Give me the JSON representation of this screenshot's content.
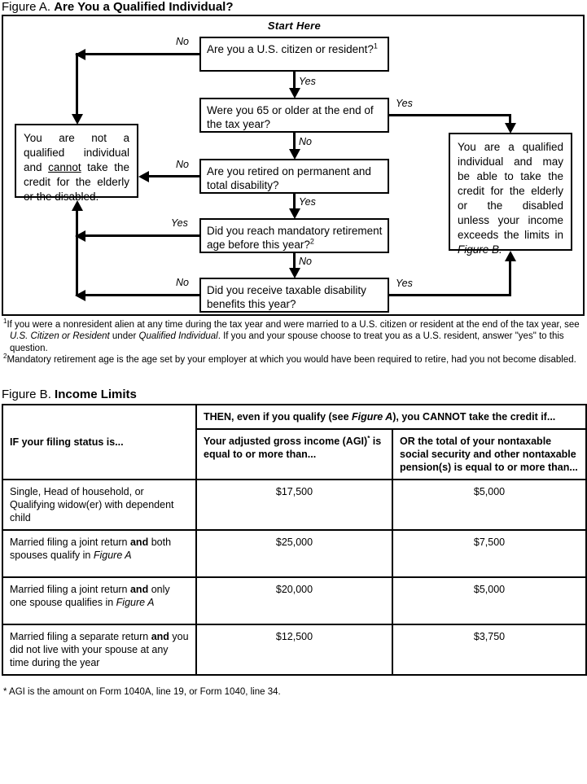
{
  "figure_a": {
    "title_label": "Figure A.",
    "title_name": "Are You a Qualified Individual?",
    "start_here": "Start Here",
    "boxes": {
      "citizen": "Are you a U.S. citizen or resident?",
      "citizen_sup": "1",
      "age65": "Were you 65 or older at the end of the tax year?",
      "retired": "Are you retired on permanent and total disability?",
      "mandatory": "Did you reach mandatory retirement age before this year?",
      "mandatory_sup": "2",
      "taxable": "Did you receive taxable disability benefits this year?",
      "not_qualified_1": "You are not a qualified individual and ",
      "not_qualified_underline": "cannot",
      "not_qualified_2": " take the credit for the elderly or the disabled.",
      "qualified_1": "You are a qualified individual and may be able to take the credit for the elderly or the disabled unless your income exceeds the limits in ",
      "qualified_italic": "Figure B."
    },
    "edge_labels": {
      "citizen_no": "No",
      "citizen_yes": "Yes",
      "age65_yes": "Yes",
      "age65_no": "No",
      "retired_no": "No",
      "retired_yes": "Yes",
      "mandatory_yes": "Yes",
      "mandatory_no": "No",
      "taxable_no": "No",
      "taxable_yes": "Yes"
    },
    "footnotes": {
      "one_marker": "1",
      "one_a": "If you were a nonresident alien at any time during the tax year and were married to a U.S. citizen or resident at the end of the tax year, see ",
      "one_i1": "U.S. Citizen or Resident",
      "one_b": " under ",
      "one_i2": "Qualified Individual",
      "one_c": ". If you and your spouse choose to treat you as a U.S. resident, answer \"yes\" to this question.",
      "two_marker": "2",
      "two_text": "Mandatory retirement age is the age set by your employer at which you would have been required to retire, had you not become disabled."
    }
  },
  "figure_b": {
    "title_label": "Figure B.",
    "title_name": "Income Limits",
    "header": {
      "then_a": "THEN, even if you qualify (see ",
      "then_i": "Figure A",
      "then_b": "), you CANNOT take the credit if...",
      "if_status": "IF your filing status is...",
      "agi_a": "Your adjusted gross income (AGI)",
      "agi_sup": "*",
      "agi_b": " is equal to or more than...",
      "nontaxable": "OR the total of your nontaxable social security and other nontaxable pension(s) is equal to or more than..."
    },
    "rows": [
      {
        "status_plain": "Single, Head of household, or Qualifying widow(er) with dependent child",
        "status_pre": "",
        "status_bold": "",
        "status_post": "",
        "status_italic": "",
        "status_tail": "",
        "agi": "$17,500",
        "nontaxable": "$5,000"
      },
      {
        "status_plain": "",
        "status_pre": "Married filing a joint return ",
        "status_bold": "and",
        "status_post": " both spouses qualify in ",
        "status_italic": "Figure A",
        "status_tail": "",
        "agi": "$25,000",
        "nontaxable": "$7,500"
      },
      {
        "status_plain": "",
        "status_pre": "Married filing a joint return ",
        "status_bold": "and",
        "status_post": " only one spouse qualifies in ",
        "status_italic": "Figure A",
        "status_tail": "",
        "agi": "$20,000",
        "nontaxable": "$5,000"
      },
      {
        "status_plain": "",
        "status_pre": "Married filing a separate return ",
        "status_bold": "and",
        "status_post": " you did not live with your spouse at any time during the year",
        "status_italic": "",
        "status_tail": "",
        "agi": "$12,500",
        "nontaxable": "$3,750"
      }
    ],
    "footnote": "* AGI is the amount on Form 1040A, line 19, or Form 1040, line 34."
  }
}
